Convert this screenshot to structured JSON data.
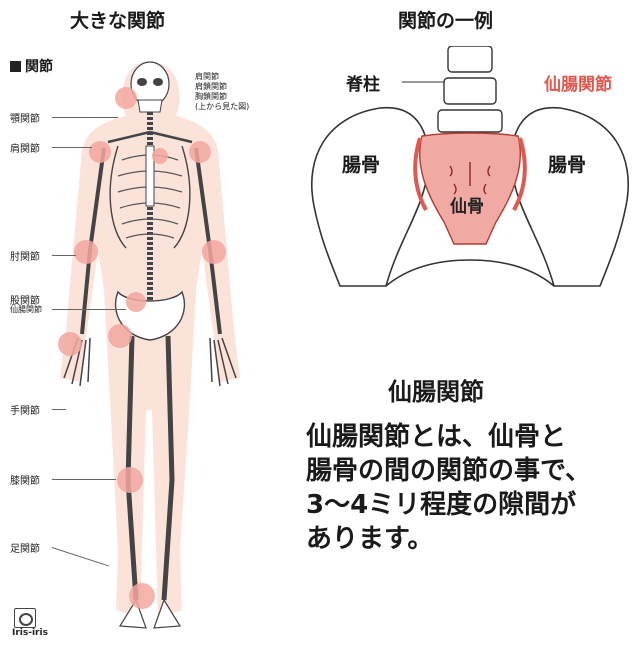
{
  "left": {
    "title": "大きな関節",
    "legend": "関節",
    "joints": {
      "jaw": "顎関節",
      "shoulder": "肩関節",
      "elbow": "肘関節",
      "hip": "股関節",
      "sacroiliac": "仙腸関節",
      "hand": "手関節",
      "knee": "膝関節",
      "ankle": "足関節"
    },
    "shoulder_group": {
      "line1": "肩関節",
      "line2": "肩鎖関節",
      "line3": "胸鎖関節",
      "line4": "(上から見た図)"
    },
    "logo": "Iris-iris"
  },
  "right": {
    "title": "関節の一例",
    "labels": {
      "spine": "脊柱",
      "sij": "仙腸関節",
      "ilium_left": "腸骨",
      "ilium_right": "腸骨",
      "sacrum": "仙骨"
    },
    "heading": "仙腸関節",
    "description": [
      "仙腸関節とは、仙骨と",
      "腸骨の間の関節の事で、",
      "3〜4ミリ程度の隙間が",
      "あります。"
    ]
  },
  "colors": {
    "joint_highlight": "#f3a7a0",
    "body_shade": "#fbe3da",
    "sij_red": "#e0584e",
    "sacrum_fill": "#f0a9a3"
  }
}
